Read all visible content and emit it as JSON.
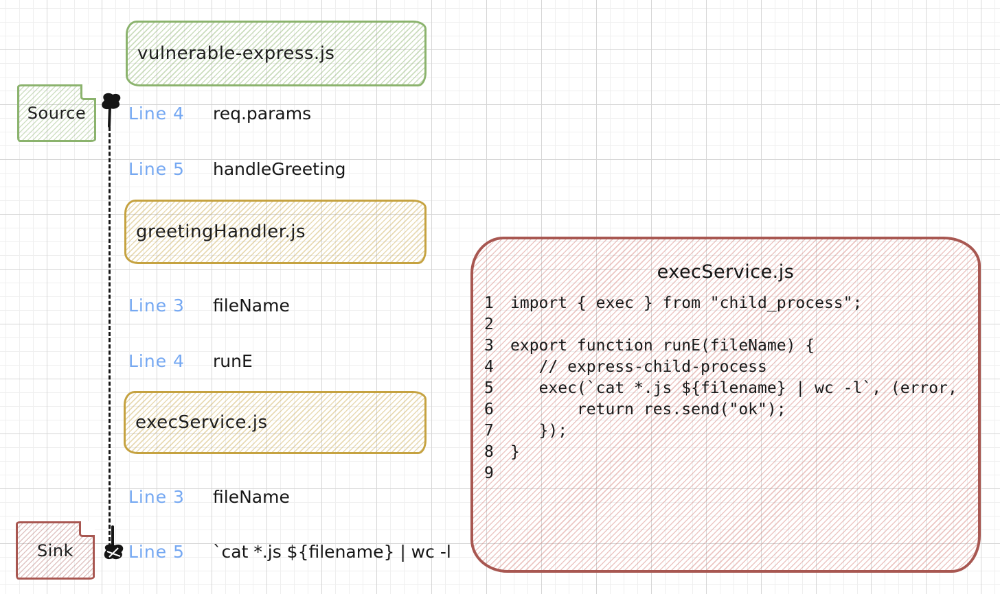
{
  "colors": {
    "green_stroke": "#8bb36d",
    "yellow_stroke": "#c5a240",
    "red_stroke": "#a85751",
    "blue_label": "#75a8f2",
    "ink": "#161616"
  },
  "files": [
    {
      "label": "vulnerable-express.js",
      "color": "green"
    },
    {
      "label": "greetingHandler.js",
      "color": "yellow"
    },
    {
      "label": "execService.js",
      "color": "yellow"
    }
  ],
  "source_note": {
    "label": "Source"
  },
  "sink_note": {
    "label": "Sink"
  },
  "trace_steps": [
    {
      "line": "Line 4",
      "value": "req.params"
    },
    {
      "line": "Line 5",
      "value": "handleGreeting"
    },
    {
      "line": "Line 3",
      "value": "fileName"
    },
    {
      "line": "Line 4",
      "value": "runE"
    },
    {
      "line": "Line 3",
      "value": "fileName"
    },
    {
      "line": "Line 5",
      "value": "`cat *.js ${filename} | wc -l"
    }
  ],
  "code_panel": {
    "title": "execService.js",
    "lines": [
      {
        "num": "1",
        "code": "import { exec } from \"child_process\";"
      },
      {
        "num": "2",
        "code": ""
      },
      {
        "num": "3",
        "code": "export function runE(fileName) {"
      },
      {
        "num": "4",
        "code": "   // express-child-process"
      },
      {
        "num": "5",
        "code": "   exec(`cat *.js ${filename} | wc -l`, (error,"
      },
      {
        "num": "6",
        "code": "       return res.send(\"ok\");"
      },
      {
        "num": "7",
        "code": "   });"
      },
      {
        "num": "8",
        "code": "}"
      },
      {
        "num": "9",
        "code": ""
      }
    ]
  }
}
